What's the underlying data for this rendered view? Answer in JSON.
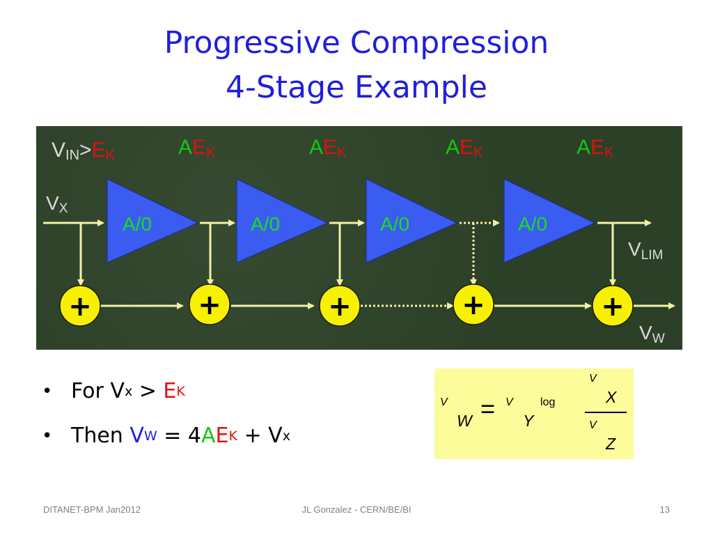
{
  "slide": {
    "title_line1": "Progressive Compression",
    "title_line2": "4-Stage Example",
    "page_number": "13"
  },
  "diagram": {
    "input_label": {
      "V": "V",
      "IN": "IN",
      "gt": ">",
      "E": "E",
      "K": "K"
    },
    "stage_label": {
      "A": "A",
      "E": "E",
      "K": "K"
    },
    "amplifier_label": "A/0",
    "vx_label": {
      "V": "V",
      "X": "X"
    },
    "vlim_label": {
      "V": "V",
      "LIM": "LIM"
    },
    "vw_label": {
      "V": "V",
      "W": "W"
    },
    "adder_symbol": "+"
  },
  "bullets": [
    {
      "prefix": "For V",
      "sub1": "x",
      "mid": " > ",
      "E": "E",
      "K": "K"
    },
    {
      "prefix": "Then ",
      "V": "V",
      "W": "W",
      "eq": " = 4",
      "A": "A",
      "E": "E",
      "K": "K",
      "plus": " + V",
      "x": "x"
    }
  ],
  "formula": {
    "lhs": "V",
    "lhs_sub": "W",
    "eq": "=",
    "rhs": "V",
    "rhs_sub": "Y",
    "log": "log",
    "num": "V",
    "num_sub": "X",
    "den": "V",
    "den_sub": "Z"
  },
  "footer": {
    "left": "DITANET-BPM Jan2012",
    "center": "JL Gonzalez - CERN/BE/BI"
  },
  "colors": {
    "title_blue": "#1f1fdc",
    "diagram_bg": "#2c4027",
    "amplifier_blue": "#3a5cf0",
    "adder_yellow": "#f7f000",
    "line_yellow": "#f2f2a6",
    "label_red": "#e01010",
    "label_green": "#18c418",
    "formula_bg": "#fcfc9a"
  }
}
